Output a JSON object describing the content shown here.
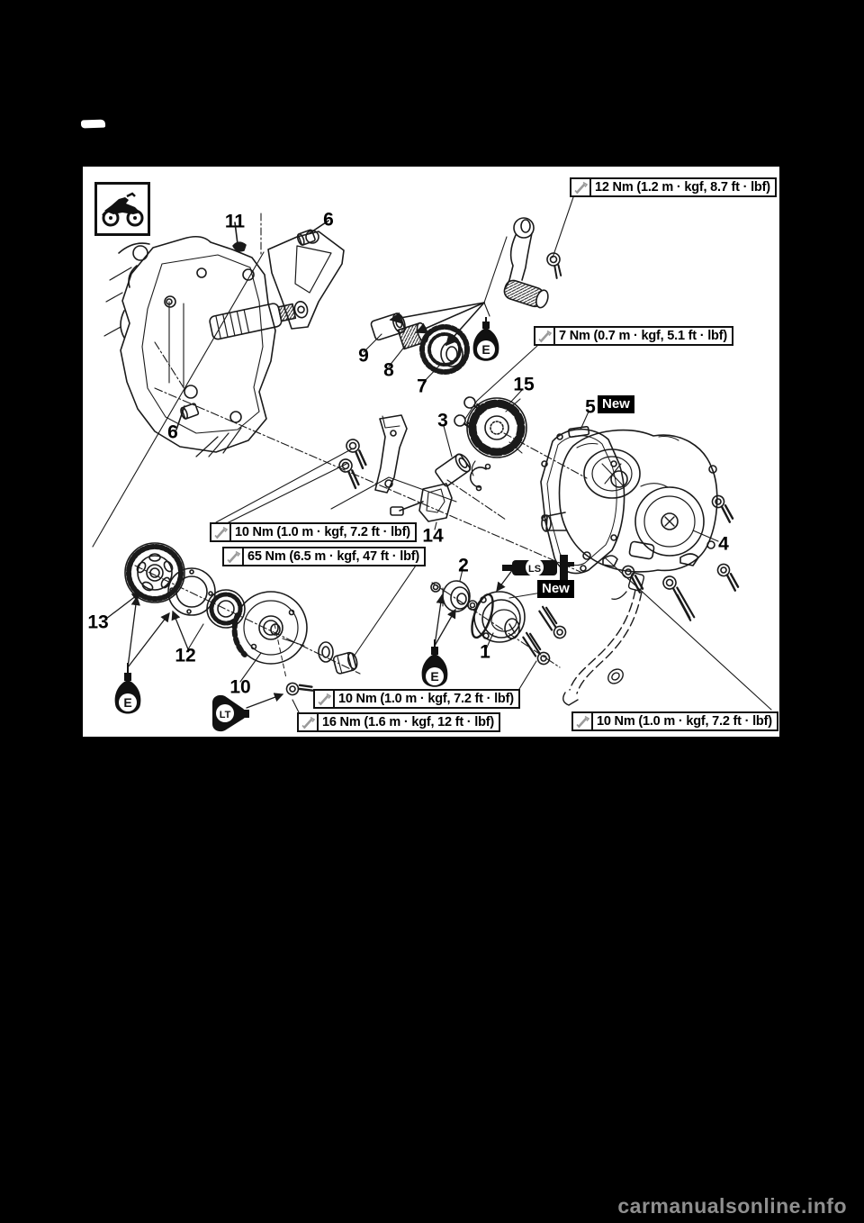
{
  "page": {
    "watermark": "carmanualsonline.info"
  },
  "diagram": {
    "torque_specs": [
      "12 Nm (1.2 m · kgf, 8.7 ft · lbf)",
      "7 Nm (0.7 m · kgf, 5.1 ft · lbf)",
      "10 Nm (1.0 m · kgf, 7.2 ft · lbf)",
      "65 Nm (6.5 m · kgf, 47 ft · lbf)",
      "10 Nm (1.0 m · kgf, 7.2 ft · lbf)",
      "16 Nm (1.6 m · kgf, 12 ft · lbf)",
      "10 Nm (1.0 m · kgf, 7.2 ft · lbf)"
    ],
    "part_numbers": {
      "p1": "1",
      "p2": "2",
      "p3": "3",
      "p4": "4",
      "p5": "5",
      "p6": "6",
      "p7": "7",
      "p8": "8",
      "p9": "9",
      "p10": "10",
      "p11": "11",
      "p12": "12",
      "p13": "13",
      "p14": "14",
      "p15": "15"
    },
    "labels": {
      "new": "New"
    },
    "symbols": {
      "engine_oil": "E",
      "threadlocker": "LT",
      "lithium_grease": "LS"
    },
    "colors": {
      "background": "#000000",
      "panel": "#ffffff",
      "line": "#1a1a1a",
      "watermark": "#8f8f8f"
    }
  }
}
